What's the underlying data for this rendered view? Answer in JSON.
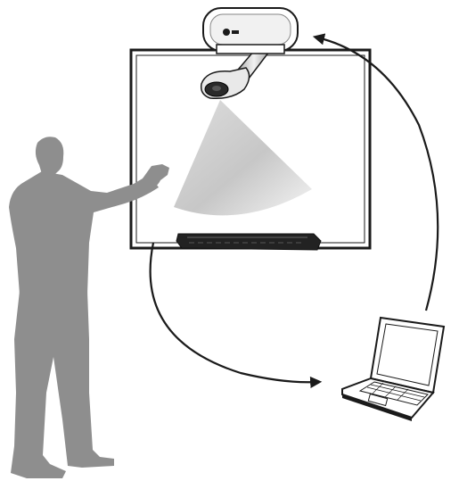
{
  "diagram": {
    "elements": [
      "interactive-whiteboard",
      "ceiling-projector",
      "projector-boom-arm",
      "pen-tray",
      "projection-beam",
      "presenter-silhouette",
      "laptop"
    ],
    "connections": [
      {
        "from": "interactive-whiteboard",
        "to": "laptop",
        "kind": "curved-arrow"
      },
      {
        "from": "laptop",
        "to": "ceiling-projector",
        "kind": "curved-arrow"
      }
    ],
    "colors": {
      "outline": "#1a1a1a",
      "person": "#8e8e8e",
      "beam_light": "#f4f4f4",
      "beam_dark": "#b9b9b9",
      "tray": "#222222",
      "background": "#ffffff"
    }
  }
}
